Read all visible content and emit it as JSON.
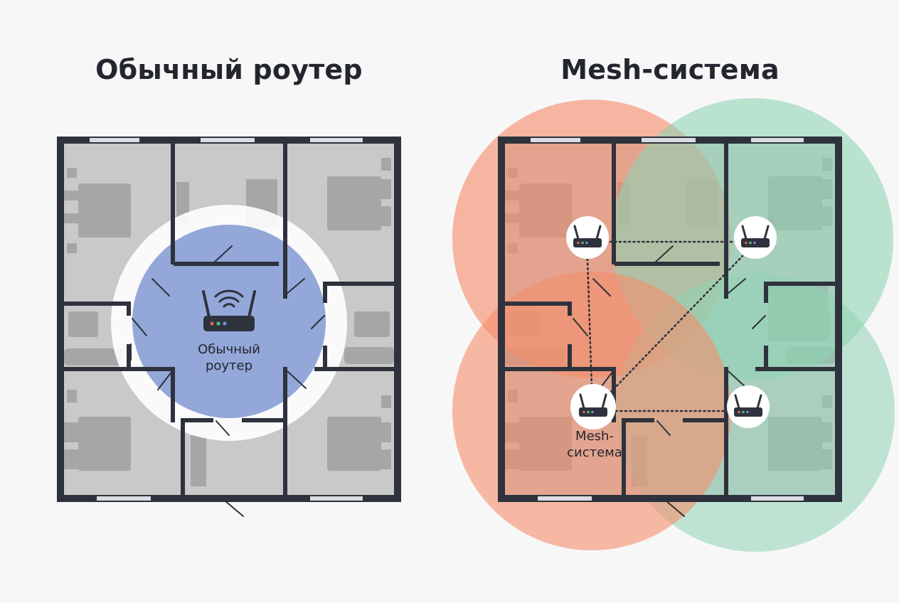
{
  "left_panel": {
    "title": "Обычный роутер",
    "router_label_line1": "Обычный",
    "router_label_line2": "роутер"
  },
  "right_panel": {
    "title": "Mesh-система",
    "node_label_line1": "Mesh-",
    "node_label_line2": "система"
  },
  "colors": {
    "background": "#f7f7f8",
    "wall": "#2e323c",
    "floor": "#c9c9c9",
    "furniture": "#a6a6a6",
    "router_coverage": "#8a9fd6",
    "mesh_coverage_orange": "#f58d6a",
    "mesh_coverage_green": "#8fd4b4",
    "router_body": "#2e323c",
    "led_red": "#e0634e",
    "led_green": "#4fbf7a",
    "led_blue": "#6f8fe0"
  },
  "icons": {
    "router": "wifi-router-icon",
    "mesh_node": "mesh-node-icon",
    "link": "dotted-link-line"
  }
}
